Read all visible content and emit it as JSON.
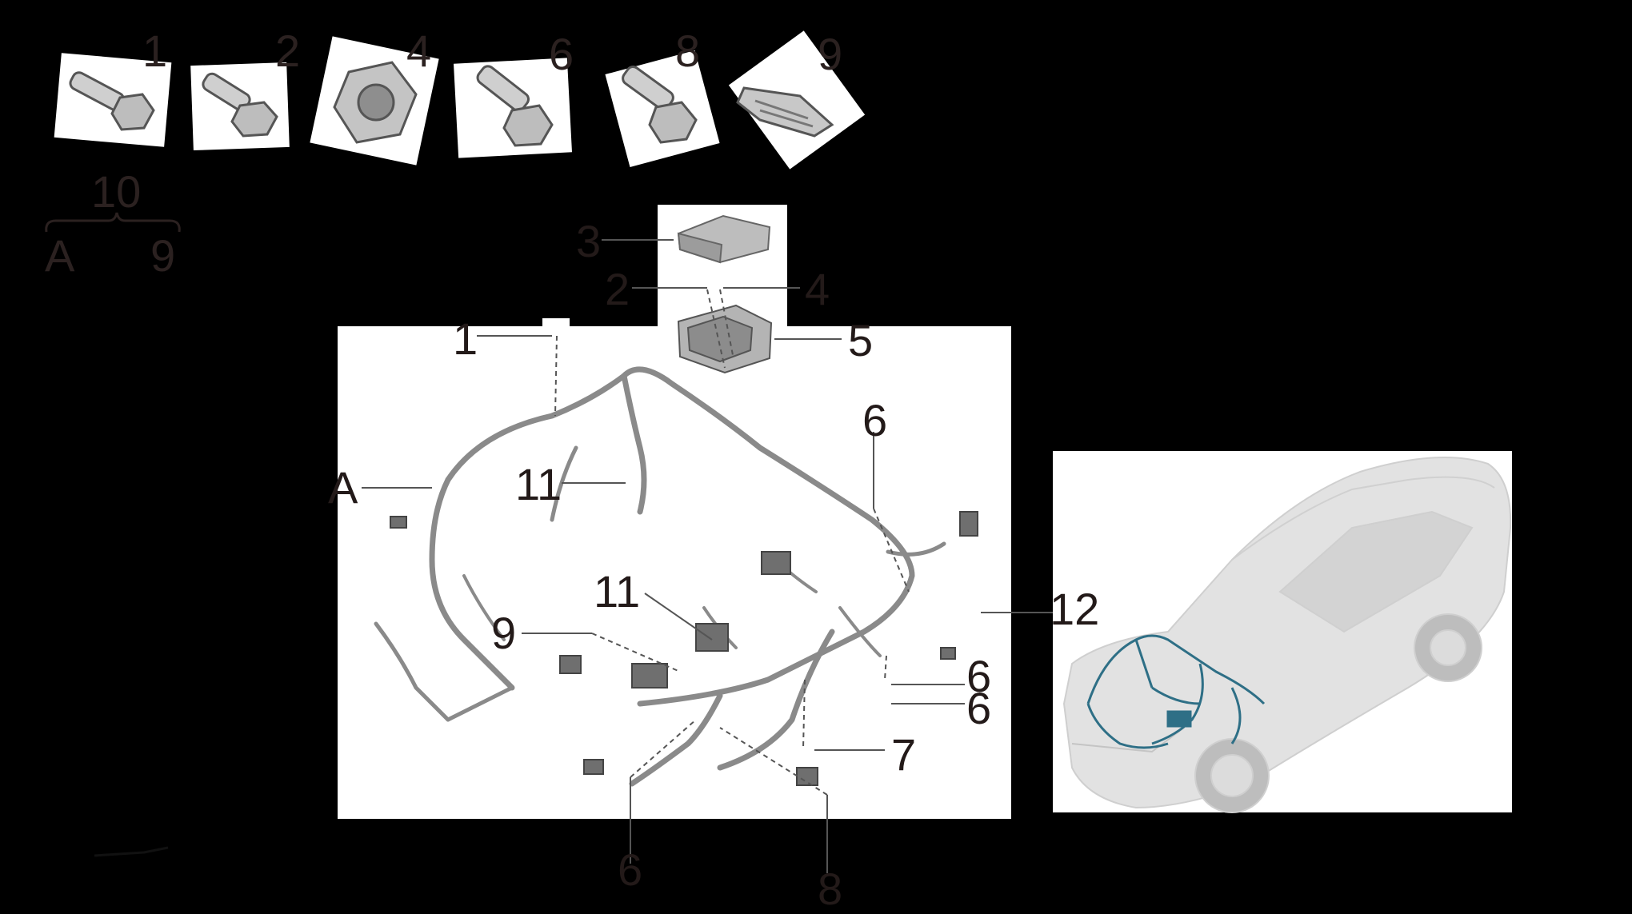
{
  "top_parts": [
    {
      "num": "1"
    },
    {
      "num": "2"
    },
    {
      "num": "4"
    },
    {
      "num": "6"
    },
    {
      "num": "8"
    },
    {
      "num": "9"
    }
  ],
  "kit": {
    "num": "10",
    "left": "A",
    "right": "9"
  },
  "callouts": {
    "c1": "1",
    "c2": "2",
    "c3": "3",
    "c4": "4",
    "c5": "5",
    "c6a": "6",
    "cA": "A",
    "c11a": "11",
    "c11b": "11",
    "c9": "9",
    "c12": "12",
    "c6b": "6",
    "c6c": "6",
    "c7": "7",
    "c6d": "6",
    "c8": "8"
  },
  "colors": {
    "background": "#000000",
    "panel": "#ffffff",
    "harness": "#8a8a8a",
    "harness_highlight": "#2e6f86",
    "label": "#2b2120"
  }
}
